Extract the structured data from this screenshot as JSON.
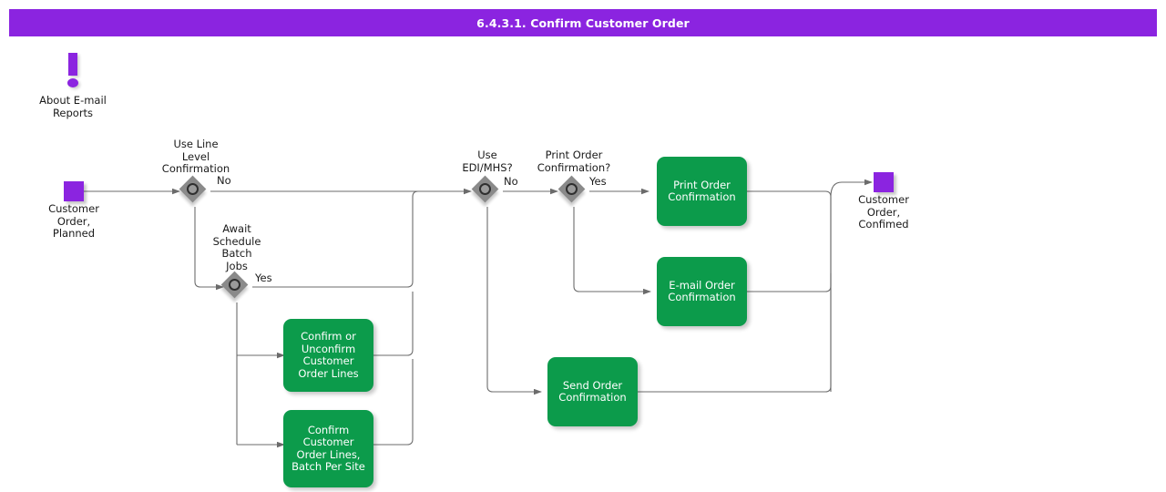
{
  "header": {
    "title": "6.4.3.1. Confirm Customer Order",
    "bar_color": "#8B24E0",
    "text_color": "#FFFFFF"
  },
  "palette": {
    "terminator": "#8B24E0",
    "process": "#0C9B4B",
    "decision": "#8A8A8A",
    "connector": "#6B6B6B",
    "text": "#1A1A1A"
  },
  "diagram": {
    "note": {
      "icon": "exclamation-icon",
      "label": "About E-mail\nReports"
    },
    "terminators": [
      {
        "id": "start",
        "label": "Customer\nOrder,\nPlanned"
      },
      {
        "id": "end",
        "label": "Customer\nOrder,\nConfimed"
      }
    ],
    "decisions": [
      {
        "id": "use-line-level-confirmation",
        "label": "Use Line\nLevel\nConfirmation",
        "branch": "No"
      },
      {
        "id": "await-schedule-batch-jobs",
        "label": "Await\nSchedule\nBatch\nJobs",
        "branch": "Yes"
      },
      {
        "id": "use-edi-mhs",
        "label": "Use\nEDI/MHS?",
        "branch": "No"
      },
      {
        "id": "print-order-confirmation",
        "label": "Print Order\nConfirmation?",
        "branch": "Yes"
      }
    ],
    "processes": [
      {
        "id": "confirm-or-unconfirm-customer-order-lines",
        "label": "Confirm or\nUnconfirm\nCustomer Order\nLines"
      },
      {
        "id": "confirm-customer-order-lines-batch-per-site",
        "label": "Confirm\nCustomer Order\nLines, Batch Per\nSite"
      },
      {
        "id": "print-order-confirmation",
        "label": "Print Order\nConfirmation"
      },
      {
        "id": "email-order-confirmation",
        "label": "E-mail Order\nConfirmation"
      },
      {
        "id": "send-order-confirmation",
        "label": "Send Order\nConfirmation"
      }
    ]
  }
}
